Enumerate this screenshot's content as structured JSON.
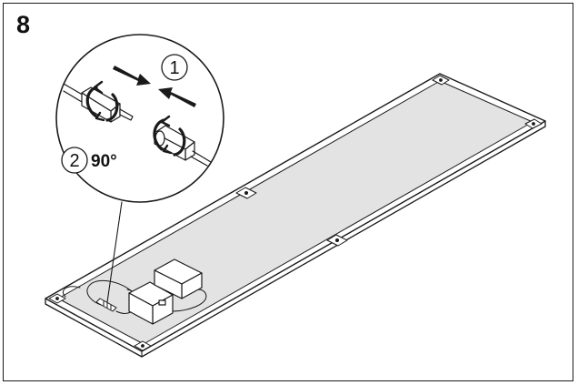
{
  "step": {
    "number": "8"
  },
  "callouts": {
    "first": "1",
    "second": "2",
    "rotation": "90°"
  },
  "colors": {
    "line": "#1a1a1a",
    "panel_fill": "#e3e3e3",
    "background": "#ffffff"
  },
  "icons": [
    "push-arrows-icon",
    "twist-arrow-icon",
    "connector-plug-icon",
    "driver-box-icon"
  ]
}
